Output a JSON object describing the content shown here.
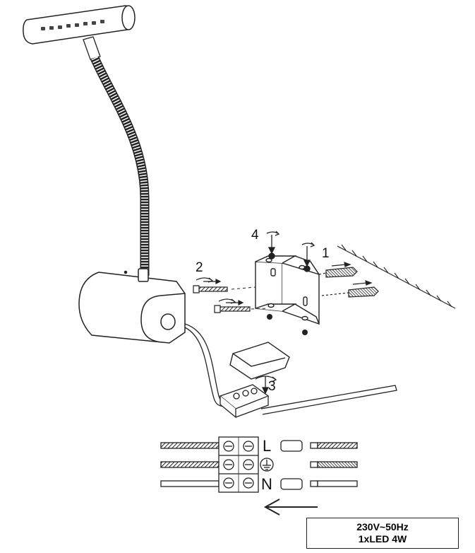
{
  "steps": {
    "one": "1",
    "two": "2",
    "three": "3",
    "four": "4"
  },
  "terminals": {
    "live": "L",
    "neutral": "N"
  },
  "spec": {
    "voltage": "230V~50Hz",
    "led": "1xLED 4W"
  }
}
